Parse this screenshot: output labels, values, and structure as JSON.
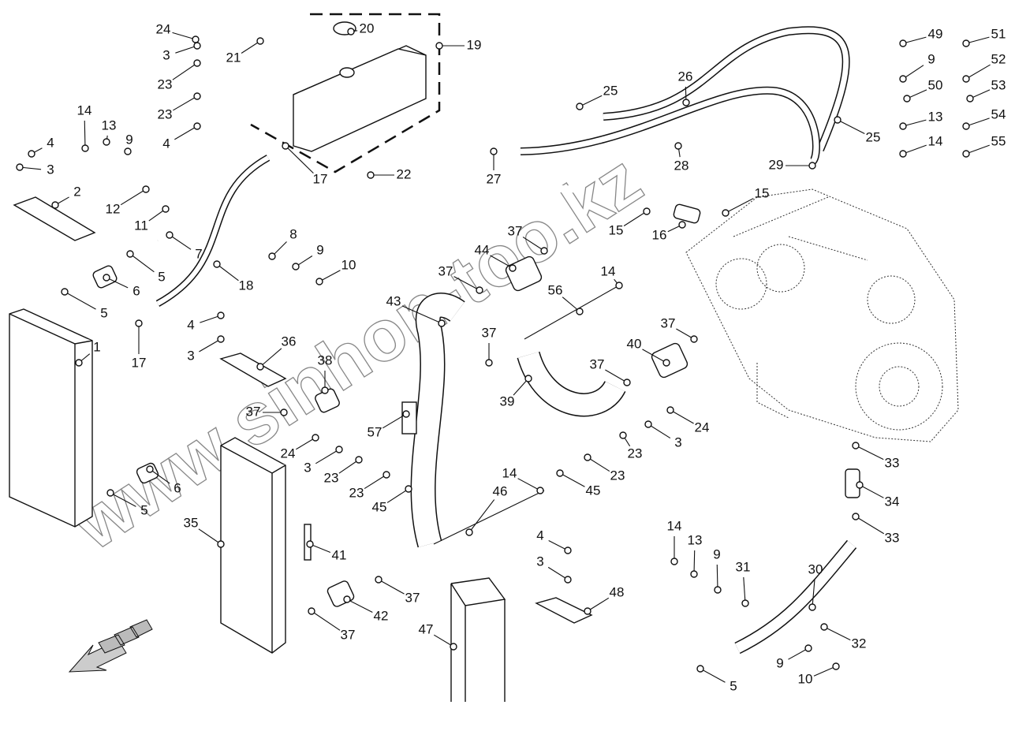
{
  "diagram": {
    "callouts": [
      "24",
      "20",
      "19",
      "3",
      "21",
      "23",
      "23",
      "4",
      "14",
      "13",
      "9",
      "4",
      "3",
      "2",
      "12",
      "11",
      "7",
      "5",
      "6",
      "5",
      "17",
      "1",
      "8",
      "9",
      "10",
      "18",
      "17",
      "22",
      "25",
      "26",
      "27",
      "28",
      "25",
      "29",
      "15",
      "15",
      "16",
      "49",
      "9",
      "50",
      "13",
      "14",
      "51",
      "52",
      "53",
      "54",
      "55",
      "37",
      "44",
      "37",
      "14",
      "56",
      "43",
      "37",
      "37",
      "40",
      "37",
      "39",
      "4",
      "3",
      "36",
      "38",
      "37",
      "57",
      "24",
      "3",
      "23",
      "23",
      "45",
      "24",
      "3",
      "23",
      "23",
      "45",
      "14",
      "46",
      "5",
      "6",
      "35",
      "41",
      "42",
      "37",
      "37",
      "4",
      "3",
      "48",
      "47",
      "14",
      "13",
      "9",
      "31",
      "30",
      "32",
      "9",
      "10",
      "5",
      "33",
      "34",
      "33"
    ],
    "watermark": "www.sinhon-too.kz",
    "line_color": "#111111",
    "background": "#ffffff"
  }
}
